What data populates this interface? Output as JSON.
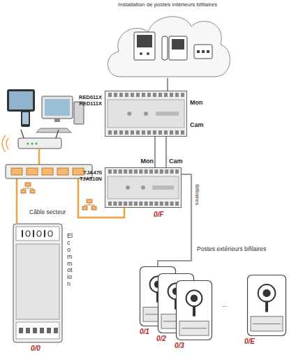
{
  "diagram": {
    "nodes": [
      {
        "text": [
          "Installation de postes intérieurs bifilaires"
        ]
      },
      {
        "text": [
          "RED011X RED111X",
          "Mon",
          "Cam"
        ]
      },
      {
        "text": [
          "TJA470 TJA510N",
          "Mon",
          "Cam",
          "0/F"
        ]
      },
      {
        "text": [
          "Elcom motion",
          "0/0"
        ]
      },
      {
        "text": [
          "0/1"
        ]
      },
      {
        "text": [
          "0/2"
        ]
      },
      {
        "text": [
          "0/3"
        ]
      },
      {
        "text": [
          "0/E"
        ]
      }
    ],
    "edges": [
      {
        "from": 0,
        "to": 1,
        "arrow": "none"
      },
      {
        "from": 1,
        "to": 2,
        "arrow": "none"
      },
      {
        "from": 1,
        "to": 2,
        "arrow": "none"
      },
      {
        "from": 2,
        "to": 4,
        "label": "Bifilaires",
        "arrow": "none"
      }
    ],
    "labels": [
      "Câble secteur",
      "Postes extérieurs bifilaires",
      "..."
    ]
  }
}
